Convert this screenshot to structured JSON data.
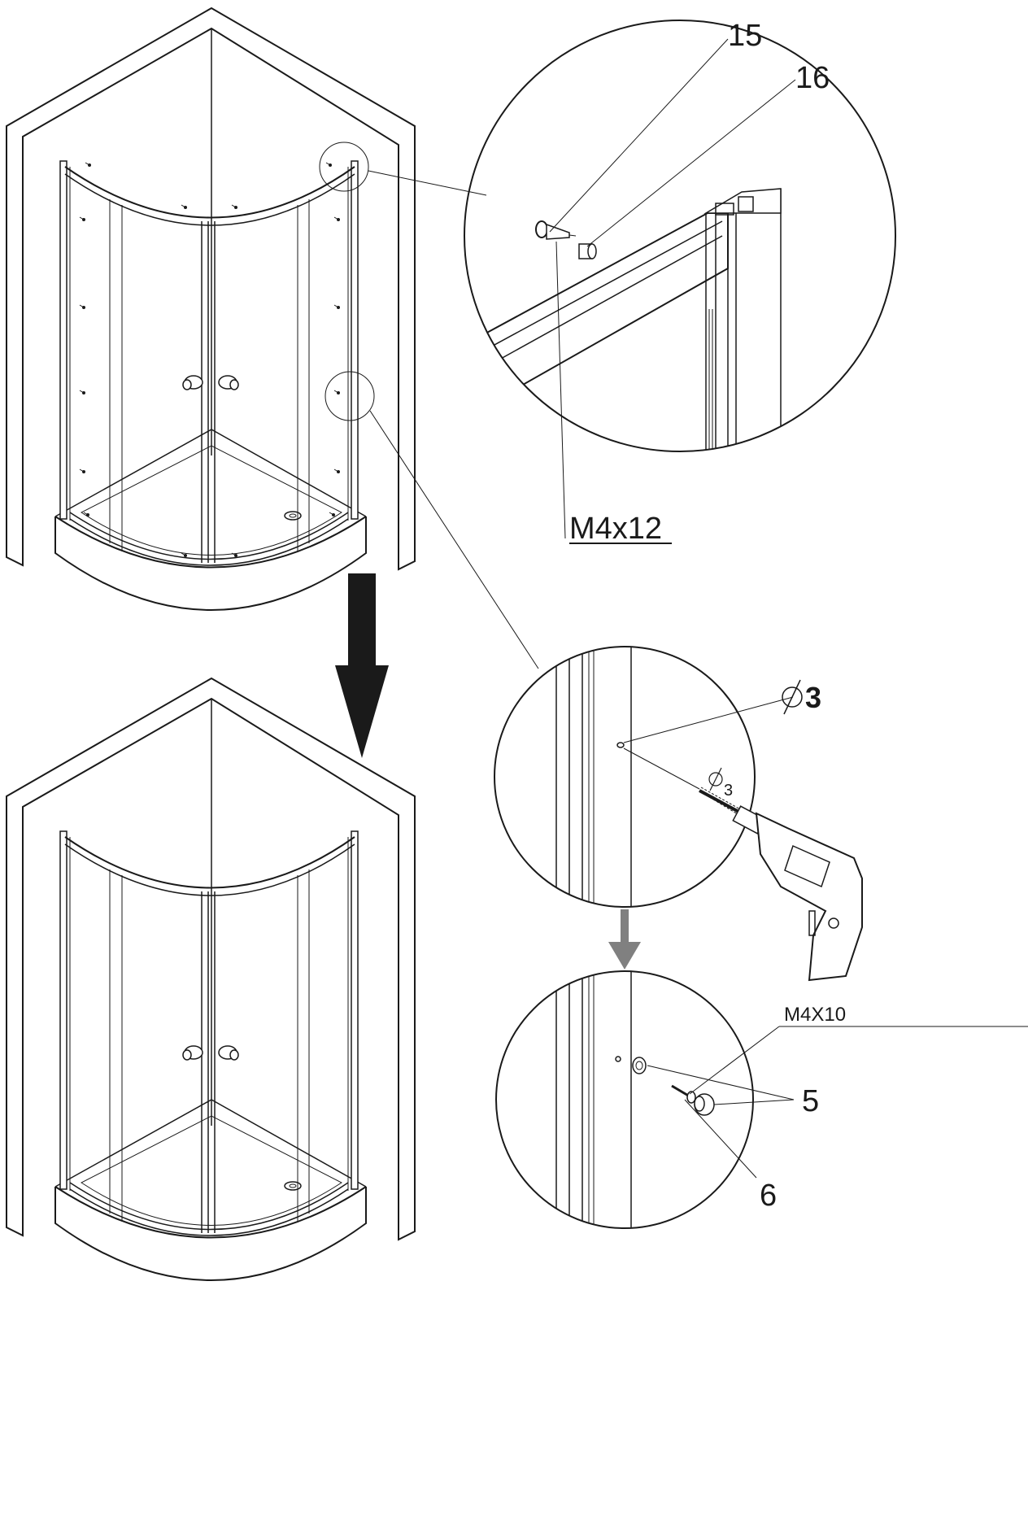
{
  "callouts": {
    "part_15": "15",
    "part_16": "16",
    "screw_top": "M4x12",
    "drill_size": "3",
    "drill_bit_size": "3",
    "screw_side": "M4X10",
    "part_5": "5",
    "part_6": "6"
  },
  "colors": {
    "line": "#1a1a1a",
    "main_arrow": "#1a1a1a",
    "small_arrow": "#808080",
    "wall_fill": "#ffffff"
  },
  "icons": [
    "shower-enclosure",
    "screw",
    "washer",
    "drill",
    "down-arrow",
    "diameter-symbol"
  ]
}
